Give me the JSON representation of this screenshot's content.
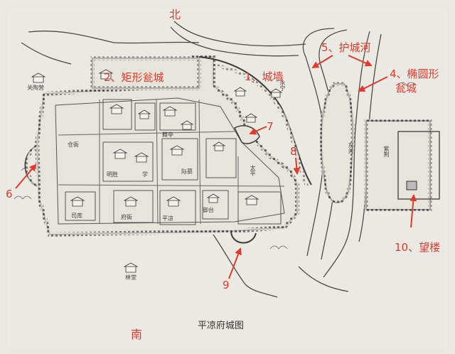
{
  "compass": {
    "north": "北",
    "south": "南"
  },
  "caption": "平凉府城图",
  "annotations": {
    "wenggu_rect": "2、矩形瓮城",
    "wall": "1、城墙",
    "moat": "5、护城河",
    "ellipse_line1": "4、椭圆形",
    "ellipse_line2": "瓮城",
    "n6": "6",
    "n7": "7",
    "n8": "8",
    "n9": "9",
    "watchtower": "10、望楼"
  },
  "map_labels": {
    "cang_ya": "仓衙",
    "guan_tao_ying": "关陶营",
    "yong_ning": "永宁",
    "tai_ping": "太平",
    "dong_guan": "东关",
    "zi_jin": "紫荆",
    "ji_ting": "籍亭",
    "si_ku": "司库",
    "ming_sheng": "明胜",
    "xue": "学",
    "ji_mu": "际慕",
    "fu_ya": "府衙",
    "ping_liang": "平凉",
    "yu_tai": "御台",
    "lin_tang": "林堂"
  },
  "colors": {
    "annotation": "#e23a2c",
    "ink": "#3a3a3a",
    "paper": "#e9e7e1"
  }
}
